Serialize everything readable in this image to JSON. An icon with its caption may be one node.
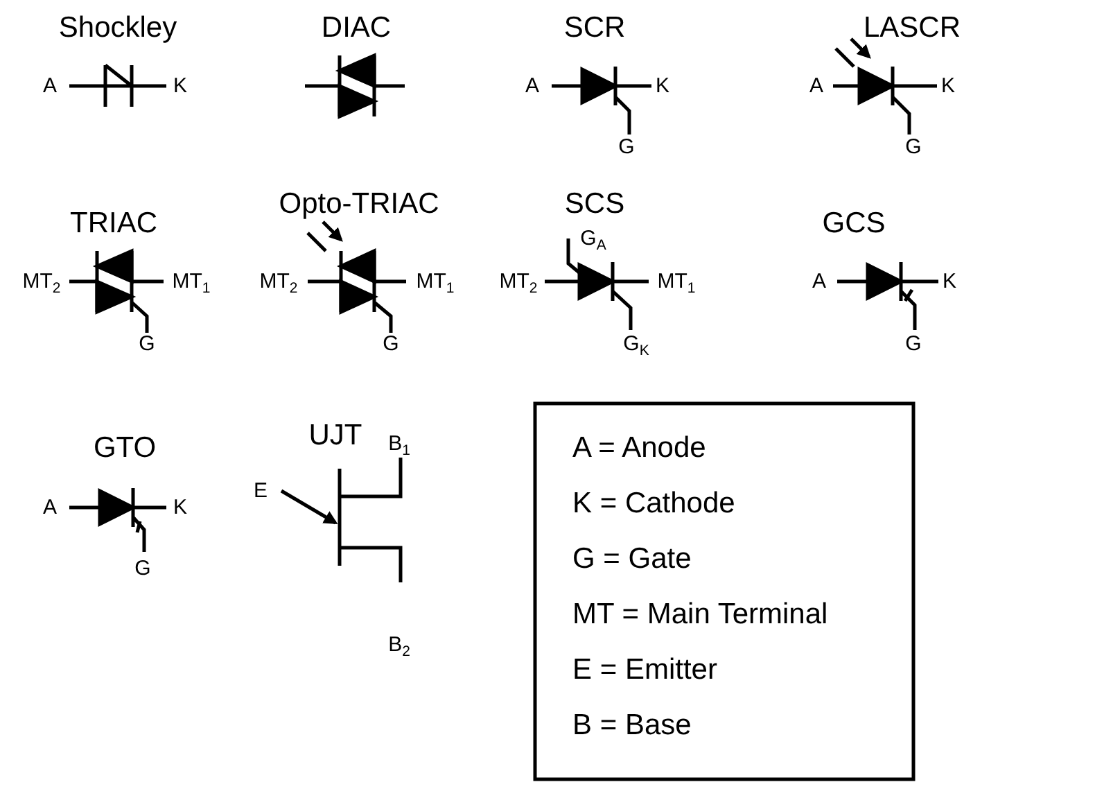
{
  "diagram": {
    "labels": [
      "Shockley",
      "A",
      "K",
      "DIAC",
      "SCR",
      "A",
      "K",
      "G",
      "LASCR",
      "A",
      "K",
      "G",
      "TRIAC",
      "MT$_{2}$",
      "MT$_{1}$",
      "G",
      "Opto-TRIAC",
      "MT$_{2}$",
      "MT$_{1}$",
      "G",
      "SCS",
      "G$_{A}$",
      "MT$_{2}$",
      "MT$_{1}$",
      "G$_{K}$",
      "GCS",
      "A",
      "K",
      "G",
      "GTO",
      "A",
      "K",
      "G",
      "UJT",
      "E",
      "B$_{1}$",
      "B$_{2}$",
      "A = Anode",
      "K = Cathode",
      "G = Gate",
      "MT = Main Terminal",
      "E = Emitter",
      "B = Base"
    ]
  }
}
